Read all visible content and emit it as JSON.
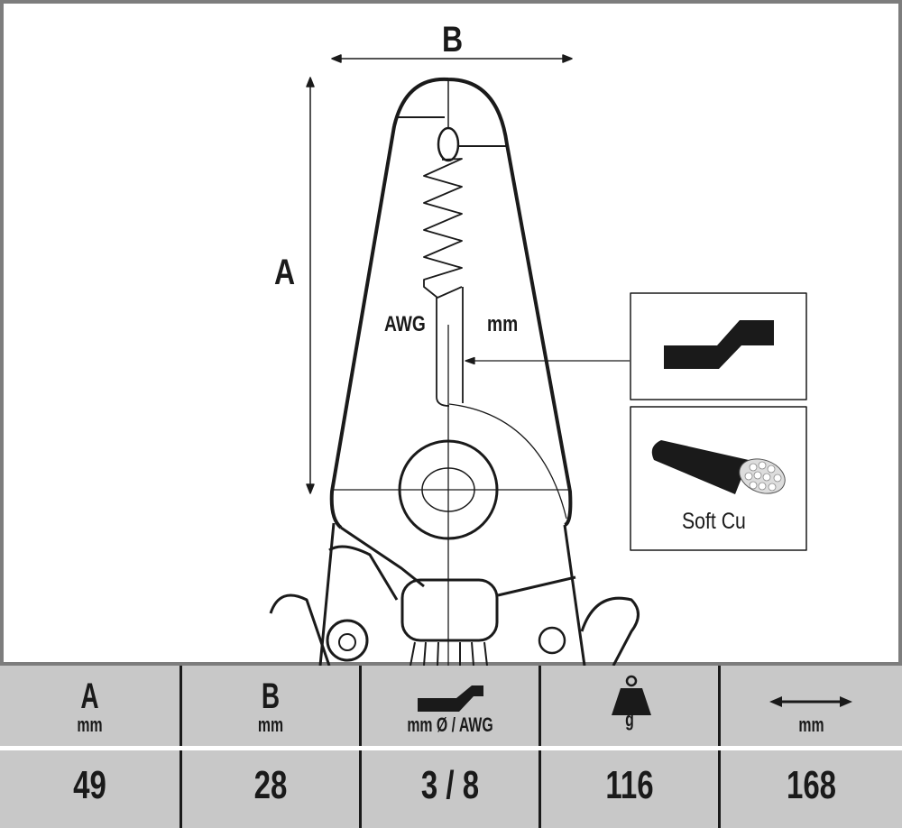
{
  "drawing": {
    "dimension_a": "A",
    "dimension_b": "B",
    "label_awg": "AWG",
    "label_mm": "mm",
    "wire_type": "Soft Cu"
  },
  "table": {
    "columns": [
      {
        "header": "A",
        "unit": "mm",
        "value": "49"
      },
      {
        "header": "B",
        "unit": "mm",
        "value": "28"
      },
      {
        "icon": "strip-length-icon",
        "unit": "mm Ø / AWG",
        "value": "3 / 8"
      },
      {
        "icon": "weight-icon",
        "unit": "g",
        "value": "116"
      },
      {
        "icon": "length-arrow-icon",
        "unit": "mm",
        "value": "168"
      }
    ]
  }
}
